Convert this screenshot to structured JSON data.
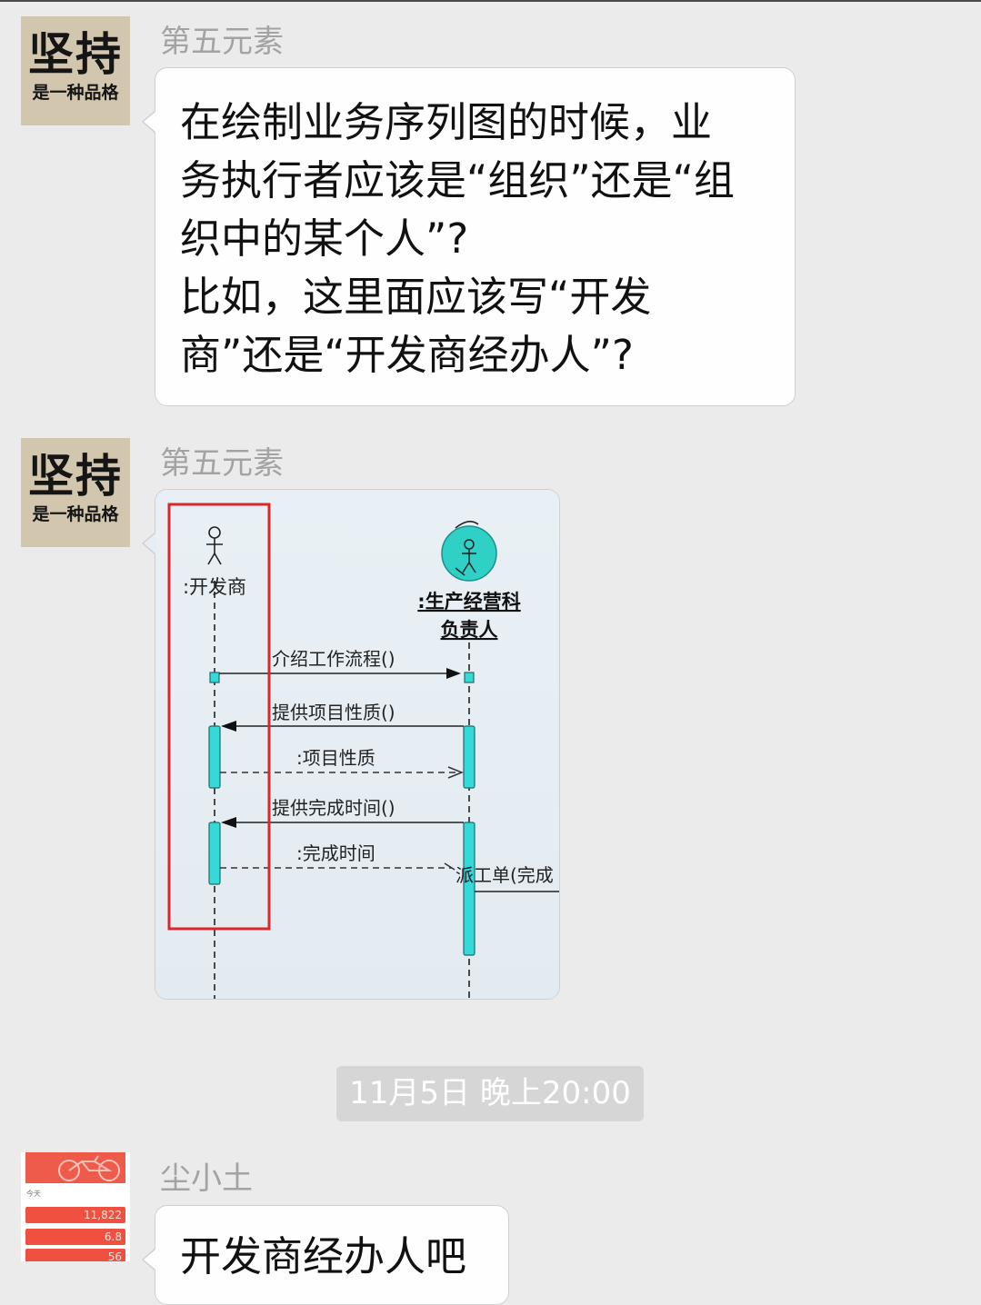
{
  "chat": {
    "messages": [
      {
        "sender": "第五元素",
        "avatar": {
          "line1": "坚持",
          "line2": "是一种品格"
        },
        "text": "在绘制业务序列图的时候，业\n务执行者应该是“组织”还是“组\n织中的某个人”?\n比如，这里面应该写“开发\n商”还是“开发商经办人”?"
      },
      {
        "sender": "第五元素",
        "avatar": {
          "line1": "坚持",
          "line2": "是一种品格"
        },
        "image": {
          "actor_left": ":开发商",
          "actor_right_line1": ":生产经营科",
          "actor_right_line2": "负责人",
          "msg1": "介绍工作流程()",
          "msg2": "提供项目性质()",
          "msg3": ":项目性质",
          "msg4": "提供完成时间()",
          "msg5": ":完成时间",
          "msg6": "派工单(完成",
          "highlight_color": "#d9282a",
          "lifeline_color": "#36d8d8"
        }
      },
      {
        "timestamp": "11月5日 晚上20:00"
      },
      {
        "sender": "尘小土",
        "avatar": {
          "stat1": "11,822",
          "stat2": "6.8",
          "stat3": "56",
          "label": "今天",
          "icon": "bicycle-icon"
        },
        "text": "开发商经办人吧"
      }
    ]
  }
}
